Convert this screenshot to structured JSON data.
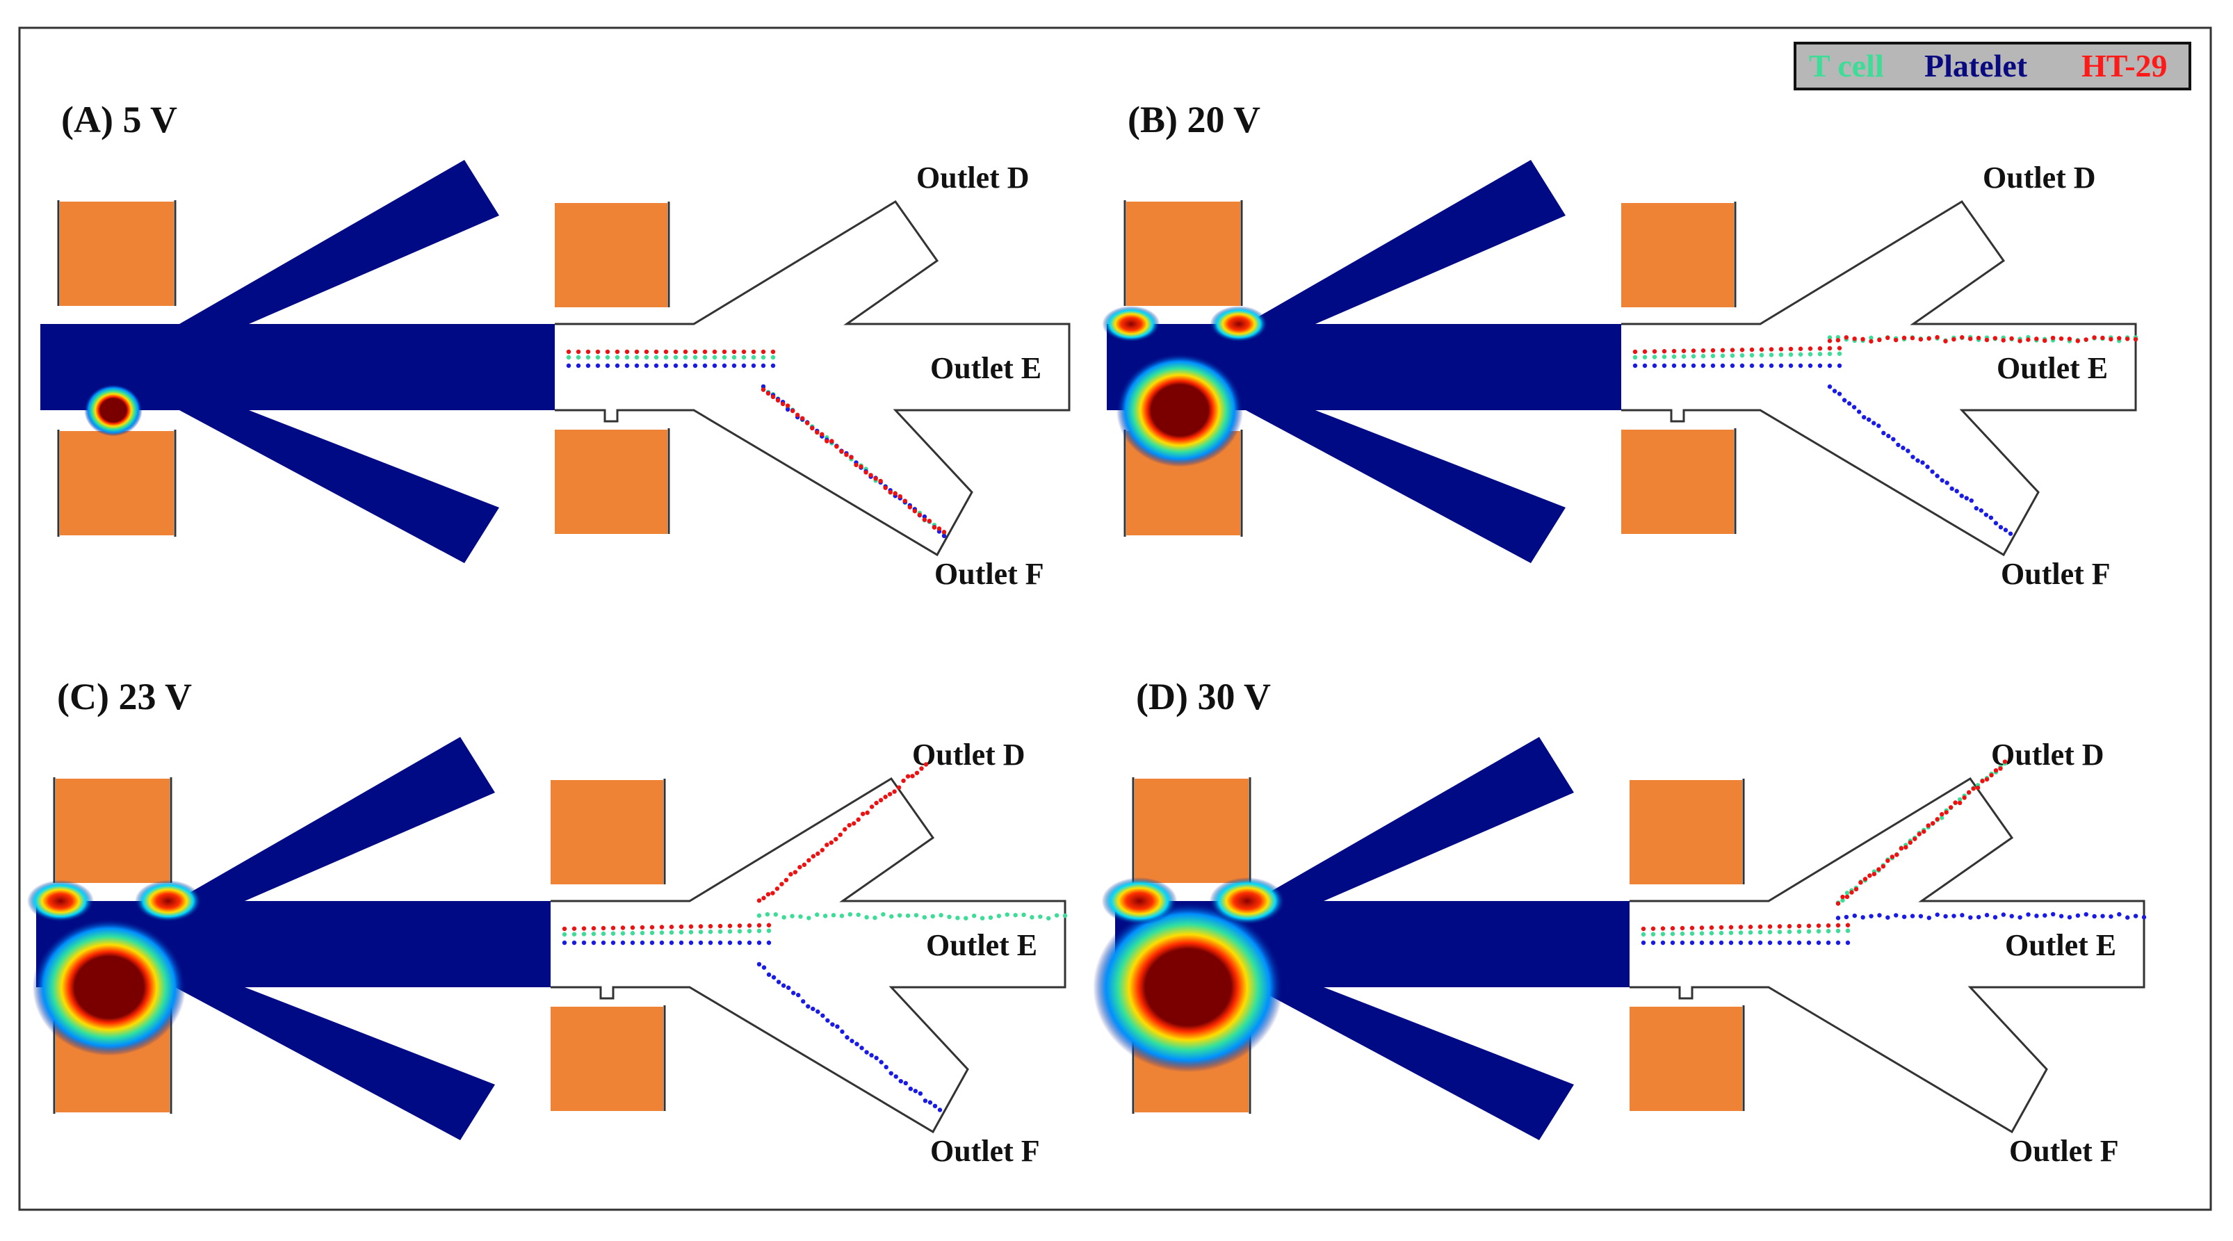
{
  "legend": {
    "items": [
      {
        "label": "T cell",
        "color": "#3ddc97"
      },
      {
        "label": "Platelet",
        "color": "#0a0a80"
      },
      {
        "label": "HT-29",
        "color": "#ff1a1a"
      }
    ]
  },
  "panels": [
    {
      "label": "(A) 5 V",
      "outlets": {
        "d": "Outlet D",
        "e": "Outlet E",
        "f": "Outlet F"
      }
    },
    {
      "label": "(B) 20 V",
      "outlets": {
        "d": "Outlet D",
        "e": "Outlet E",
        "f": "Outlet F"
      }
    },
    {
      "label": "(C) 23 V",
      "outlets": {
        "d": "Outlet D",
        "e": "Outlet E",
        "f": "Outlet F"
      }
    },
    {
      "label": "(D) 30 V",
      "outlets": {
        "d": "Outlet D",
        "e": "Outlet E",
        "f": "Outlet F"
      }
    }
  ],
  "colors": {
    "field_background": "#000a85",
    "electrode": "#ee8336",
    "hot_spot": "#7a0000",
    "t_cell": "#3ddc97",
    "platelet": "#1a1ae6",
    "ht29": "#ee1111"
  }
}
